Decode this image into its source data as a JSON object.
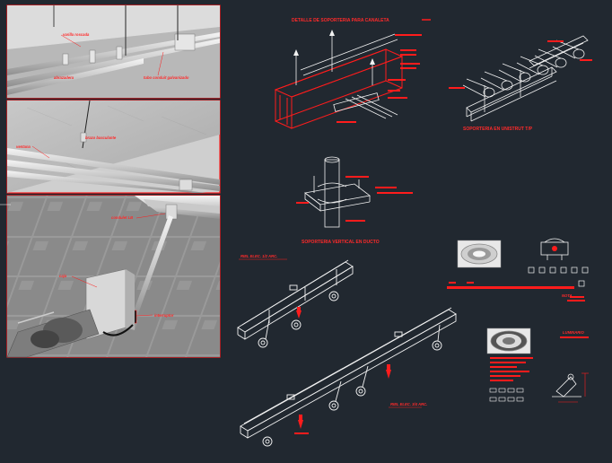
{
  "colors": {
    "background": "#212830",
    "accent_red": "#ff1c1c",
    "line_white": "#f2f2f2",
    "render_grey": "#b9b9b9"
  },
  "panels": {
    "top_render": {
      "labels": [
        "varilla roscada",
        "abrazadera",
        "tubo conduit galvanizado"
      ]
    },
    "middle_render": {
      "labels": [
        "brazo basculante",
        "ventana"
      ]
    },
    "bottom_render": {
      "labels": [
        "condulet LB",
        "caja",
        "interruptor"
      ]
    }
  },
  "drawings": {
    "tray_detail_title": "DETALLE DE SOPORTERIA PARA CANALETA",
    "unistrut_title": "SOPORTERIA EN UNISTRUT T/P",
    "vertical_duct_title": "SOPORTERIA VERTICAL EN DUCTO",
    "upper_rail_label": "RIEL ELEC. 1/2 ARC.",
    "lower_rail_label": "RIEL ELEC. 3/4 ARC.",
    "ring_fixture_label": "LUMINARIO",
    "detail_note": "NOTA"
  }
}
